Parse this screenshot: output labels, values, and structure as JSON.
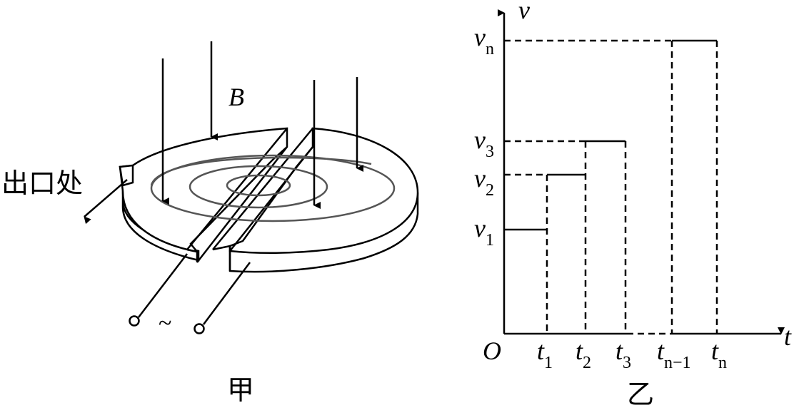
{
  "figure_a": {
    "field_label": "B",
    "exit_label": "出口处",
    "ac_symbol": "~",
    "caption": "甲"
  },
  "figure_b": {
    "caption": "乙",
    "y_axis_label": "v",
    "x_axis_label": "t",
    "origin_label": "O",
    "y_ticks": [
      {
        "base": "v",
        "sub": "1"
      },
      {
        "base": "v",
        "sub": "2"
      },
      {
        "base": "v",
        "sub": "3"
      },
      {
        "base": "v",
        "sub": "n"
      }
    ],
    "x_ticks": [
      {
        "base": "t",
        "sub": "1"
      },
      {
        "base": "t",
        "sub": "2"
      },
      {
        "base": "t",
        "sub": "3"
      },
      {
        "base": "t",
        "sub": "n−1"
      },
      {
        "base": "t",
        "sub": "n"
      }
    ]
  },
  "colors": {
    "ink": "#000000",
    "spiral": "#555555"
  }
}
